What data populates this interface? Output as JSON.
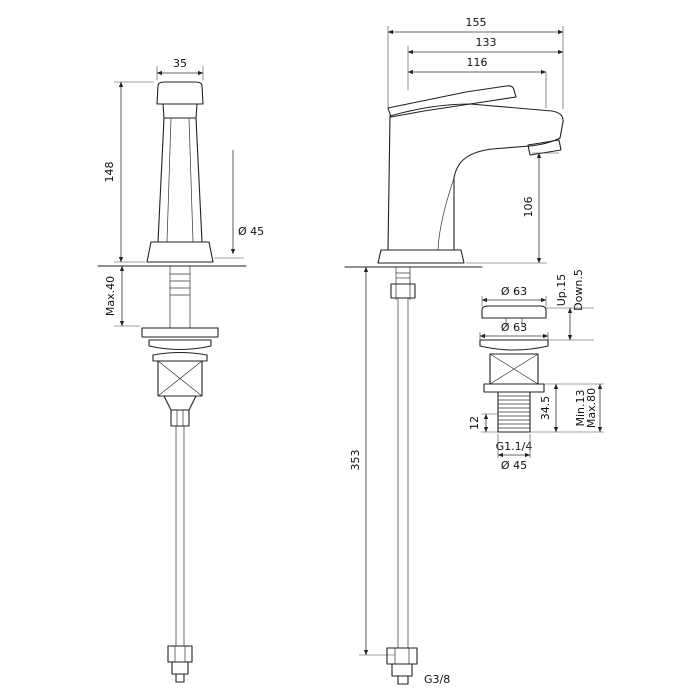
{
  "style": {
    "background": "#ffffff",
    "line_color": "#222222",
    "text_color": "#111111"
  },
  "front_view": {
    "top_width": "35",
    "height": "148",
    "base_diameter": "Ø 45",
    "deck_thickness": "Max.40"
  },
  "side_view": {
    "overall_depth": "155",
    "spout_depth": "133",
    "spout_reach": "116",
    "spout_height": "106",
    "hose_length": "353",
    "supply_thread": "G3/8"
  },
  "waste_detail": {
    "cap_diameter": "Ø 63",
    "flange_diameter": "Ø 63",
    "travel_up": "Up.15",
    "travel_down": "Down.5",
    "body_height": "34.5",
    "deck_min": "Min.13",
    "deck_max": "Max.80",
    "neck_height": "12",
    "waste_thread": "G1.1/4",
    "tail_diameter": "Ø 45"
  }
}
